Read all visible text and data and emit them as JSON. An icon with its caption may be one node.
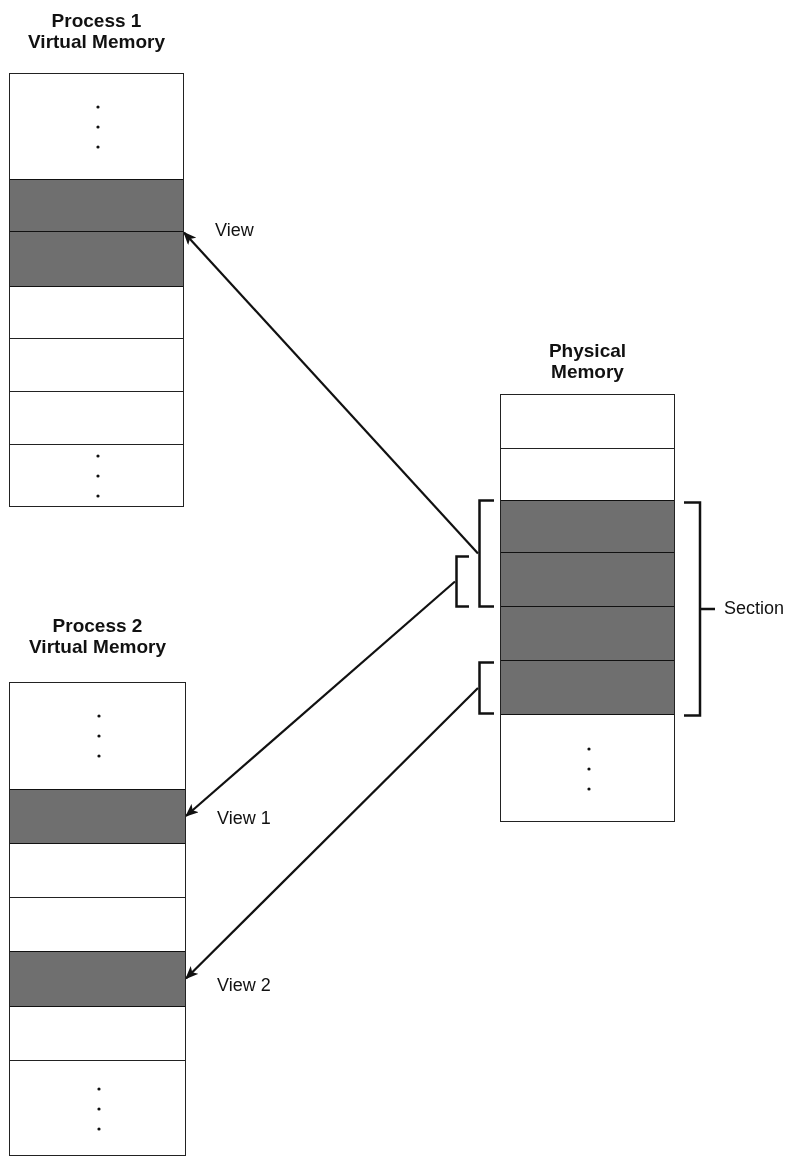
{
  "diagram": {
    "nodes": [
      {
        "text": [
          "Process 1 Virtual Memory"
        ]
      },
      {
        "text": [],
        "shape": "box",
        "in": 0,
        "beside": [
          "View"
        ]
      },
      {
        "text": [
          "Process 2 Virtual Memory"
        ]
      },
      {
        "text": [],
        "shape": "box",
        "in": 2,
        "beside": [
          "View 1"
        ]
      },
      {
        "text": [],
        "shape": "box",
        "in": 2,
        "beside": [
          "View 2"
        ]
      },
      {
        "text": [
          "Physical Memory"
        ]
      },
      {
        "text": [],
        "shape": "box",
        "in": 5,
        "beside": [
          "Section"
        ]
      },
      {
        "text": [],
        "shape": "bracket"
      },
      {
        "text": [],
        "shape": "bracket"
      },
      {
        "text": [],
        "shape": "bracket"
      }
    ],
    "edges": [
      {
        "from": 7,
        "to": 1,
        "arrow": "to"
      },
      {
        "from": 8,
        "to": 3,
        "arrow": "to"
      },
      {
        "from": 9,
        "to": 4,
        "arrow": "to"
      }
    ]
  }
}
